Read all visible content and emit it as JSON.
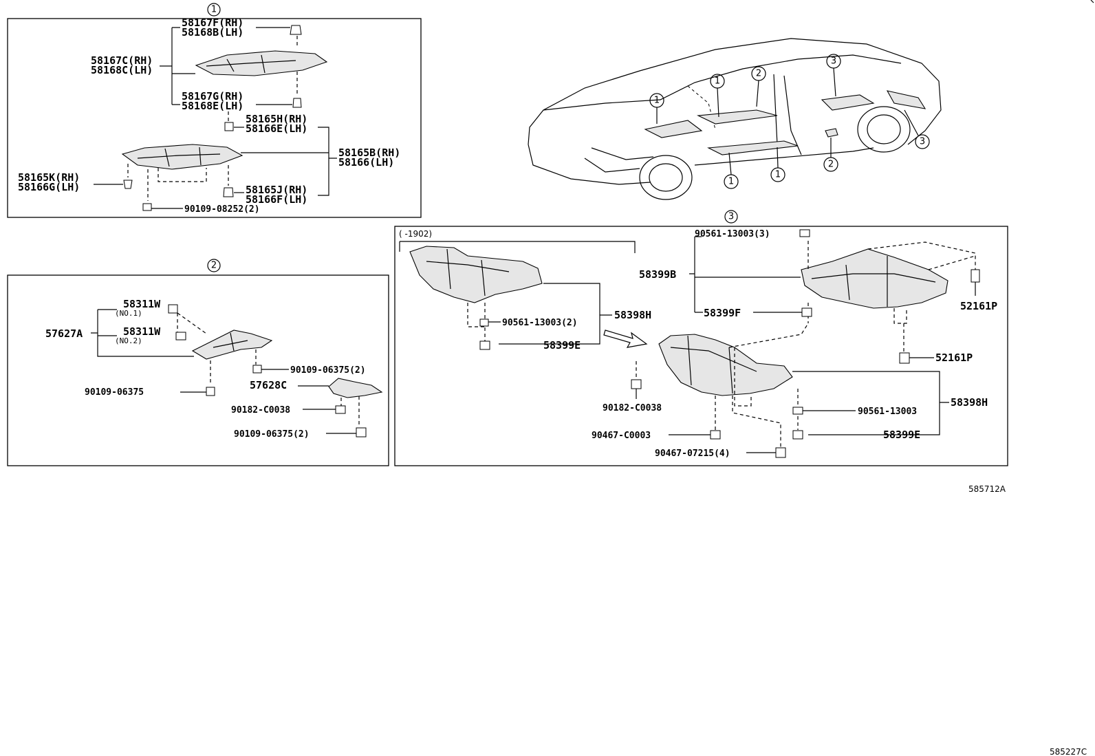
{
  "figure_id": "585712A",
  "corner_text": "585227C",
  "circles": {
    "one": "1",
    "two": "2",
    "three": "3"
  },
  "panel1": {
    "p58167F": "58167F(RH)",
    "p58168B": "58168B(LH)",
    "p58167C": "58167C(RH)",
    "p58168C": "58168C(LH)",
    "p58167G": "58167G(RH)",
    "p58168E": "58168E(LH)",
    "p58165H": "58165H(RH)",
    "p58166E": "58166E(LH)",
    "p58165B": "58165B(RH)",
    "p58166": "58166(LH)",
    "p58165K": "58165K(RH)",
    "p58166G": "58166G(LH)",
    "p58165J": "58165J(RH)",
    "p58166F": "58166F(LH)",
    "p90109_08252": "90109-08252(2)"
  },
  "panel2": {
    "p58311W_1": "58311W",
    "no1": "(NO.1)",
    "p58311W_2": "58311W",
    "no2": "(NO.2)",
    "p57627A": "57627A",
    "p90109_06375_2a": "90109-06375(2)",
    "p90109_06375": "90109-06375",
    "p57628C": "57628C",
    "p90182_C0038": "90182-C0038",
    "p90109_06375_2b": "90109-06375(2)"
  },
  "panel3": {
    "bracket_label": "(      -1902)",
    "p90561_13003_2": "90561-13003(2)",
    "p58398H_a": "58398H",
    "p58399E_a": "58399E",
    "p90561_13003_3": "90561-13003(3)",
    "p58399B": "58399B",
    "p58399F": "58399F",
    "p52161P_a": "52161P",
    "p52161P_b": "52161P",
    "p90182_C0038": "90182-C0038",
    "p90561_13003": "90561-13003",
    "p58398H_b": "58398H",
    "p90467_C0003": "90467-C0003",
    "p58399E_b": "58399E",
    "p90467_07215": "90467-07215(4)"
  }
}
